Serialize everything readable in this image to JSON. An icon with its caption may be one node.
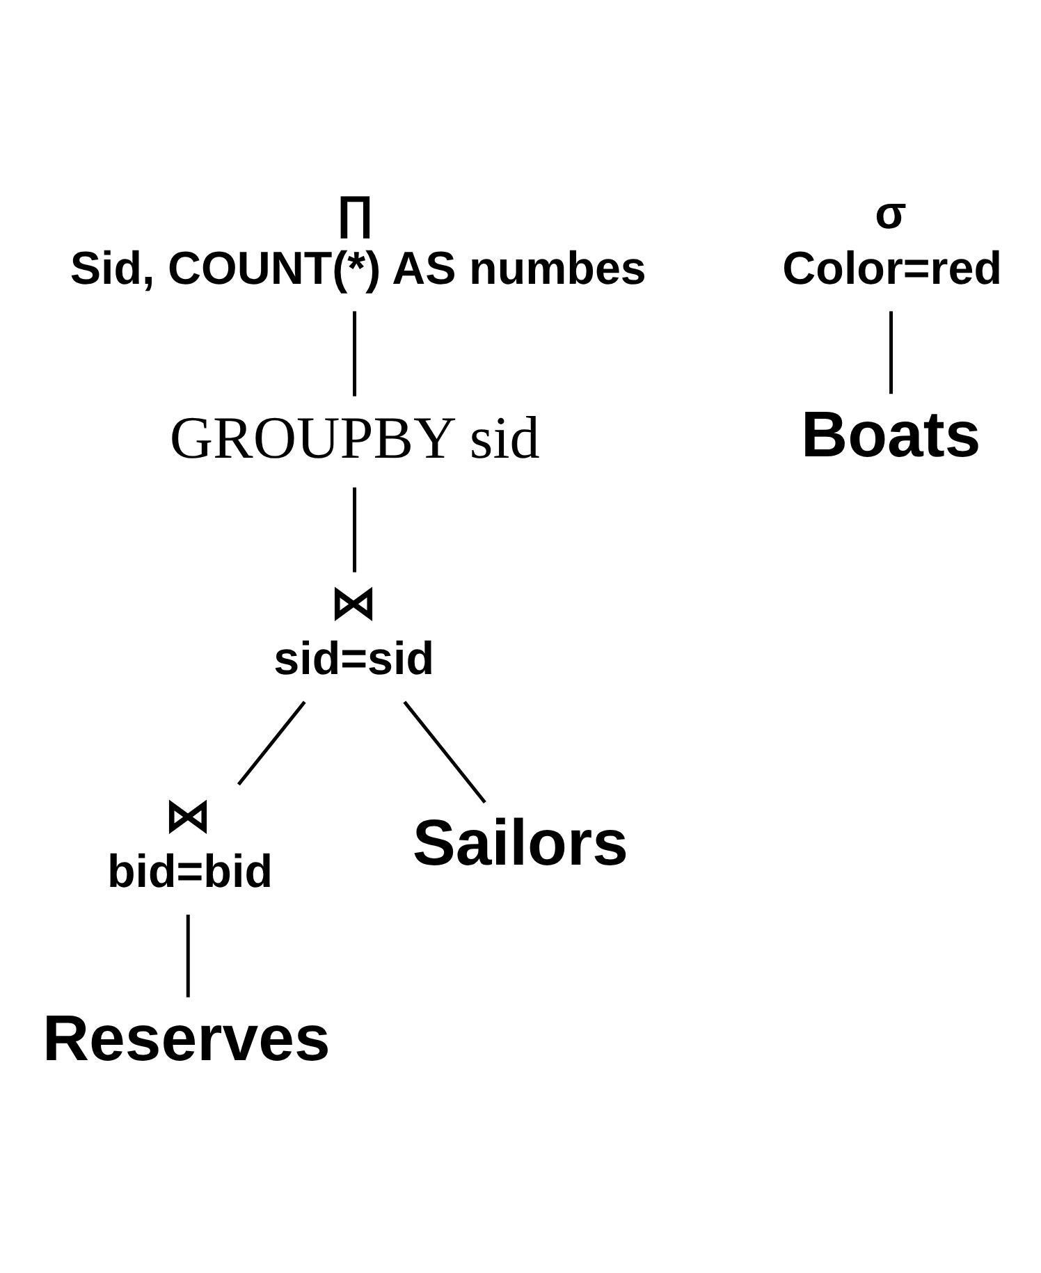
{
  "diagram": {
    "nodes": [
      {
        "text": [
          "∏",
          "Sid, COUNT(*) AS numbes"
        ]
      },
      {
        "text": [
          "GROUPBY sid"
        ]
      },
      {
        "text": [
          "⋈",
          "sid=sid"
        ]
      },
      {
        "text": [
          "⋈",
          "bid=bid"
        ]
      },
      {
        "text": [
          "Sailors"
        ]
      },
      {
        "text": [
          "σ",
          "Color=red"
        ]
      },
      {
        "text": [
          "Reserves"
        ]
      },
      {
        "text": [
          "Boats"
        ]
      }
    ],
    "edges": [
      {
        "from": 0,
        "to": 1,
        "arrow": "none"
      },
      {
        "from": 1,
        "to": 2,
        "arrow": "none"
      },
      {
        "from": 2,
        "to": 3,
        "arrow": "none"
      },
      {
        "from": 2,
        "to": 4,
        "arrow": "none"
      },
      {
        "from": 3,
        "to": 6,
        "arrow": "none"
      },
      {
        "from": 5,
        "to": 7,
        "arrow": "none"
      }
    ]
  }
}
